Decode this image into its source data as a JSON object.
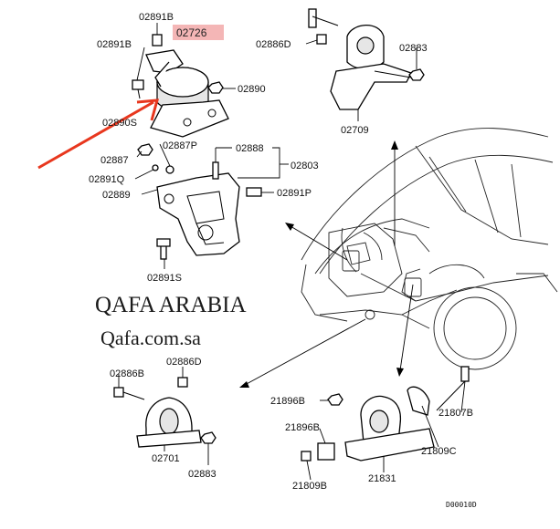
{
  "highlight_color": "#f4b6b6",
  "arrow_color": "#e8371e",
  "watermark": {
    "line1": "QAFA ARABIA",
    "line2": "Qafa.com.sa"
  },
  "diagram_code": "D00010D",
  "labels": {
    "p02891B_top": "02891B",
    "p02726": "02726",
    "p02891B_left": "02891B",
    "p02890": "02890",
    "p02890S": "02890S",
    "p02887": "02887",
    "p02887P": "02887P",
    "p02888": "02888",
    "p02803": "02803",
    "p02891Q": "02891Q",
    "p02889": "02889",
    "p02891P": "02891P",
    "p02891S": "02891S",
    "p02886D_top": "02886D",
    "p02883_top": "02883",
    "p02709": "02709",
    "p02886B_bot": "02886B",
    "p02886D_bot": "02886D",
    "p02701": "02701",
    "p02883_bot": "02883",
    "p21896B_a": "21896B",
    "p21896B_b": "21896B",
    "p21807B": "21807B",
    "p21809C": "21809C",
    "p21809B": "21809B",
    "p21831": "21831"
  }
}
